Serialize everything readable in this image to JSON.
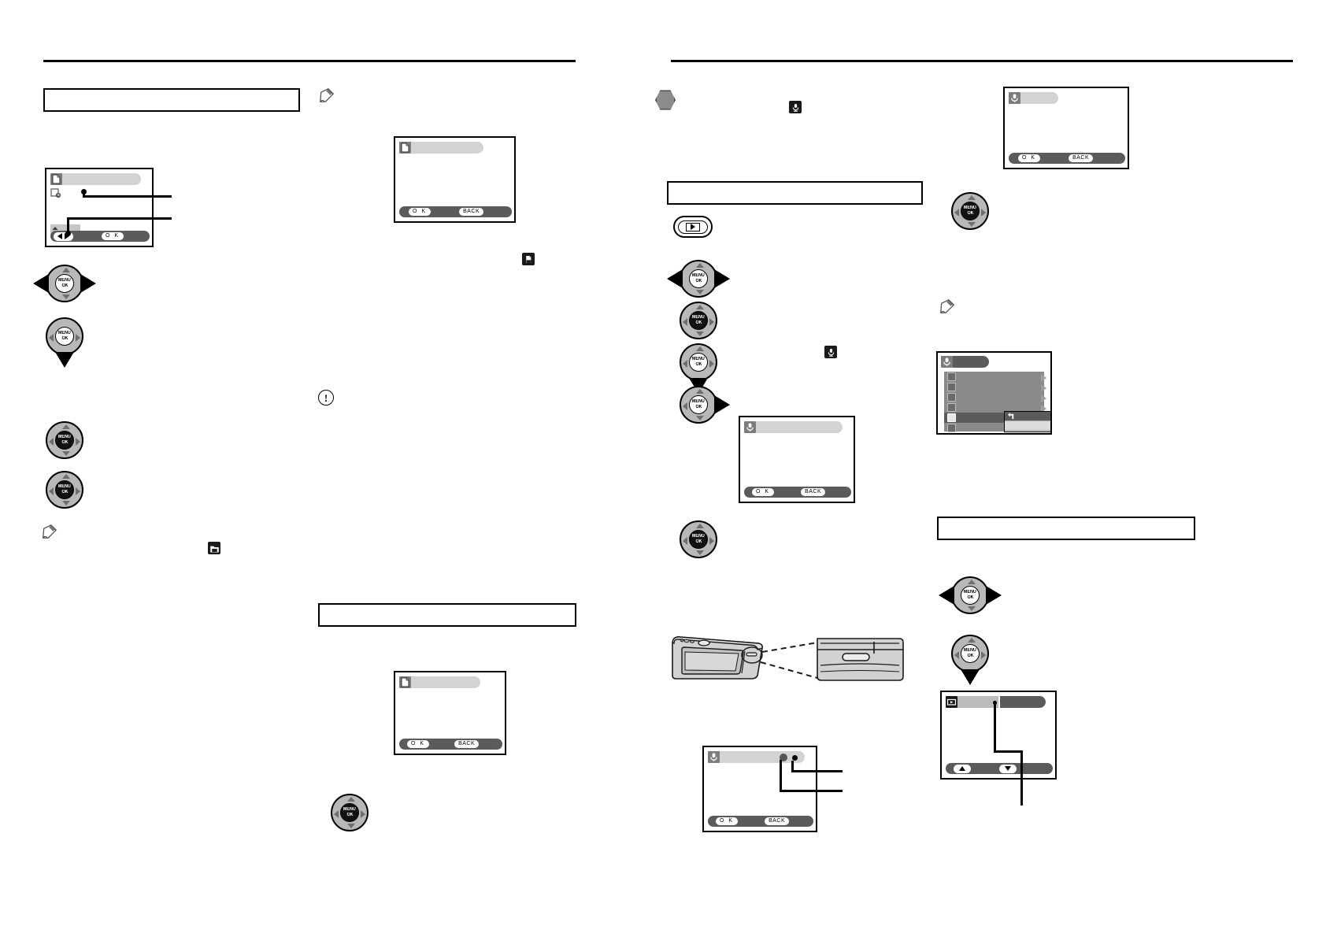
{
  "document": {
    "kind": "camera-user-manual-spread",
    "pages": 2
  },
  "labels": {
    "ok": "O K",
    "back": "BACK",
    "menu_line1": "MENU",
    "menu_line2": "OK",
    "caution_mark": "!"
  },
  "left_page": {
    "section_boxes": [
      {
        "name": "section-heading-box-1"
      },
      {
        "name": "section-heading-box-2"
      }
    ],
    "lcd_screens": [
      {
        "name": "lcd-date-time-setup",
        "title_icon": "page-icon",
        "bottom_buttons": [
          "◀ ▶",
          "O K"
        ]
      },
      {
        "name": "lcd-confirm-dialog-top",
        "title_icon": "page-icon",
        "bottom_buttons": [
          "O K",
          "BACK"
        ]
      },
      {
        "name": "lcd-confirm-dialog-bottom",
        "title_icon": "page-icon",
        "bottom_buttons": [
          "O K",
          "BACK"
        ]
      }
    ],
    "nav_wheels": [
      {
        "name": "nav-wheel-left-right",
        "active": [
          "left",
          "right"
        ],
        "hub": "light"
      },
      {
        "name": "nav-wheel-up",
        "active": [
          "up"
        ],
        "hub": "light"
      },
      {
        "name": "nav-wheel-ok-1",
        "active": [],
        "hub": "dark"
      },
      {
        "name": "nav-wheel-ok-2",
        "active": [],
        "hub": "dark"
      }
    ],
    "icons": [
      {
        "name": "note-icon"
      },
      {
        "name": "caution-icon"
      },
      {
        "name": "note-icon-2"
      },
      {
        "name": "page-glyph-icon-1"
      },
      {
        "name": "folder-glyph-icon"
      }
    ]
  },
  "right_page": {
    "section_boxes": [
      {
        "name": "section-heading-box-3"
      },
      {
        "name": "section-heading-box-4"
      }
    ],
    "lcd_screens": [
      {
        "name": "lcd-mic-dialog-topright",
        "title_icon": "mic-icon",
        "bottom_buttons": [
          "O K",
          "BACK"
        ]
      },
      {
        "name": "lcd-mic-dialog-center",
        "title_icon": "mic-icon",
        "bottom_buttons": [
          "O K",
          "BACK"
        ]
      },
      {
        "name": "lcd-mic-dialog-bottom",
        "title_icon": "mic-icon",
        "bottom_buttons": [
          "O K",
          "BACK"
        ]
      },
      {
        "name": "lcd-setup-menu",
        "title_icon": "mic-icon",
        "rows": 6,
        "selected_row": 5,
        "popup_items": 2
      },
      {
        "name": "lcd-playback-volume",
        "title_icon": "playback-icon",
        "bottom_buttons": [
          "▲",
          "▼"
        ]
      }
    ],
    "nav_wheels": [
      {
        "name": "nav-wheel-left-right-r1",
        "active": [
          "left",
          "right"
        ],
        "hub": "light"
      },
      {
        "name": "nav-wheel-ok-r1",
        "active": [],
        "hub": "dark"
      },
      {
        "name": "nav-wheel-down-r1",
        "active": [
          "down"
        ],
        "hub": "light"
      },
      {
        "name": "nav-wheel-right-r1",
        "active": [
          "right"
        ],
        "hub": "light"
      },
      {
        "name": "nav-wheel-ok-r2",
        "active": [],
        "hub": "dark"
      },
      {
        "name": "nav-wheel-ok-r3",
        "active": [],
        "hub": "dark"
      },
      {
        "name": "nav-wheel-left-right-r2",
        "active": [
          "left",
          "right"
        ],
        "hub": "light"
      },
      {
        "name": "nav-wheel-down-r2",
        "active": [
          "down"
        ],
        "hub": "light"
      }
    ],
    "playback_button": {
      "name": "playback-button",
      "glyph": "play-icon"
    },
    "icons": [
      {
        "name": "hex-bullet-icon"
      },
      {
        "name": "mic-glyph-icon"
      },
      {
        "name": "mic-glyph-icon-2"
      },
      {
        "name": "note-icon-right"
      }
    ],
    "camera_illustration": {
      "name": "camera-body-illustration",
      "callout": "microphone-speaker-detail"
    }
  }
}
